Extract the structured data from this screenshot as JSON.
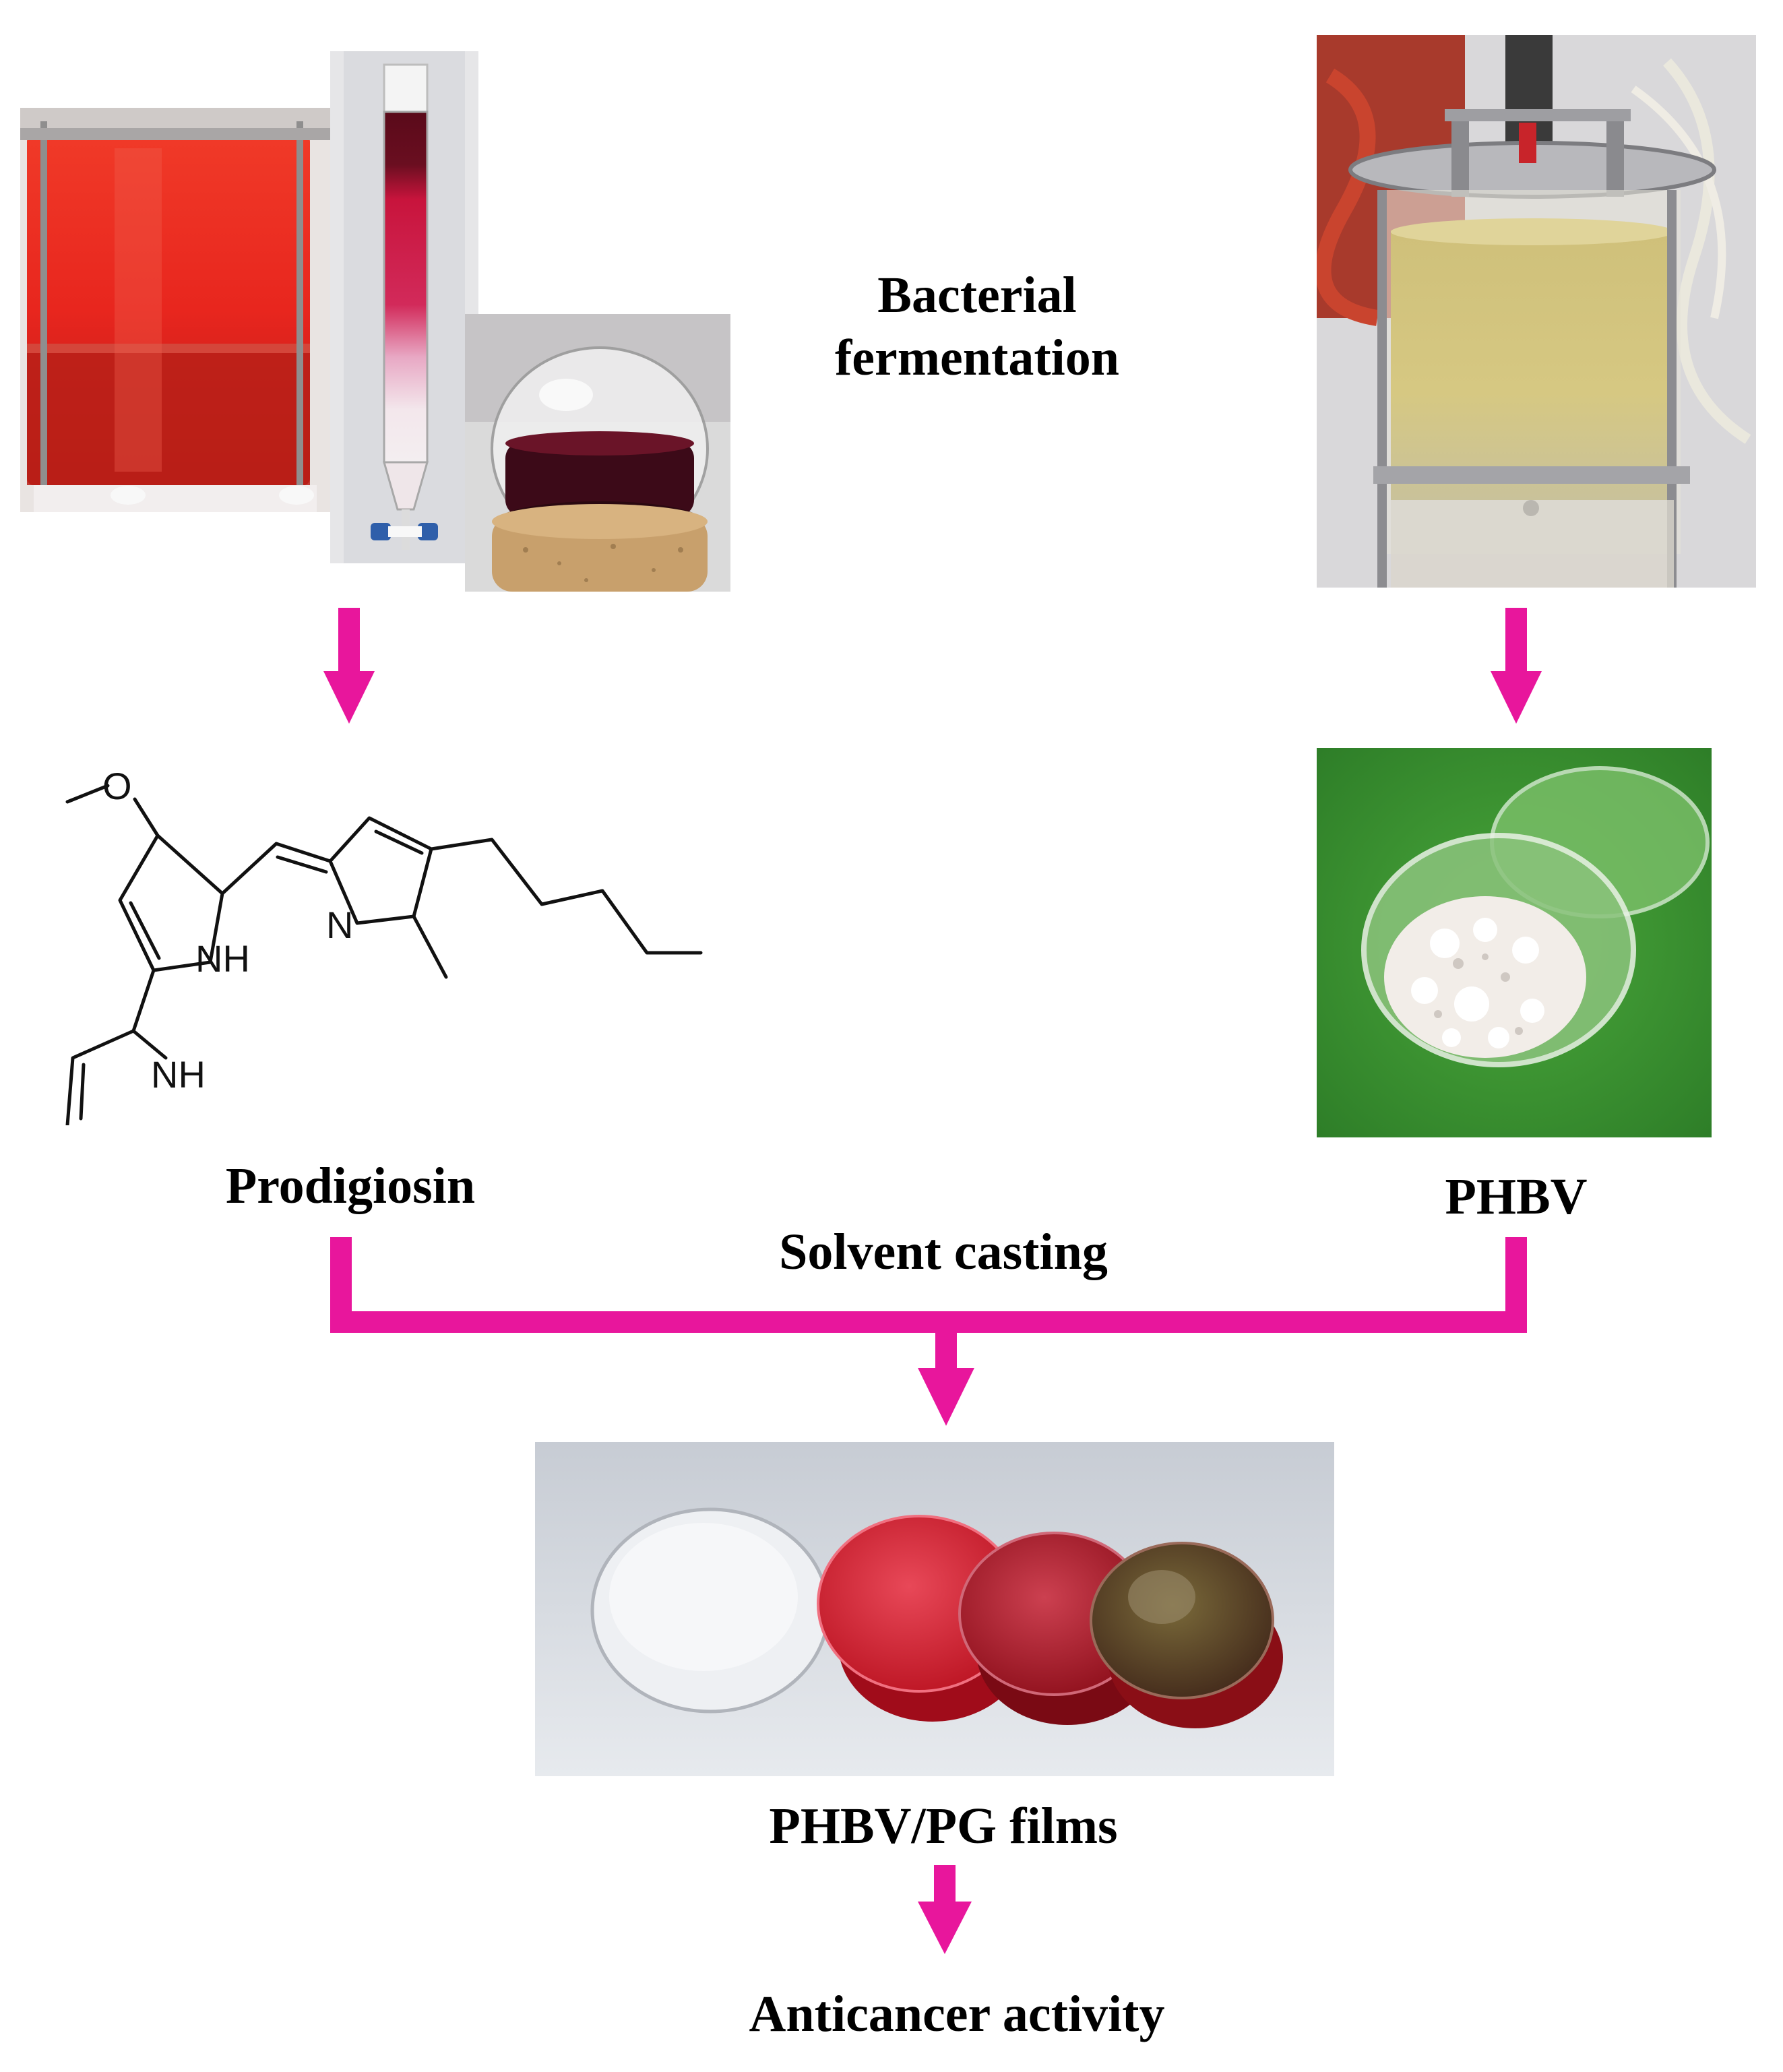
{
  "labels": {
    "bacterial_fermentation_line1": "Bacterial",
    "bacterial_fermentation_line2": "fermentation",
    "prodigiosin": "Prodigiosin",
    "phbv": "PHBV",
    "solvent_casting": "Solvent casting",
    "films": "PHBV/PG films",
    "anticancer": "Anticancer activity"
  },
  "structure_atoms": {
    "methoxy_o": "O",
    "nh_upper": "NH",
    "n_imine": "N",
    "nh_lower": "NH"
  },
  "colors": {
    "arrow": "#e8169c",
    "prodigiosin_red": "#c8141c",
    "phbv_broth": "#d9c878",
    "grass_green": "#3f9a33",
    "powder_white": "#f2ede8"
  }
}
